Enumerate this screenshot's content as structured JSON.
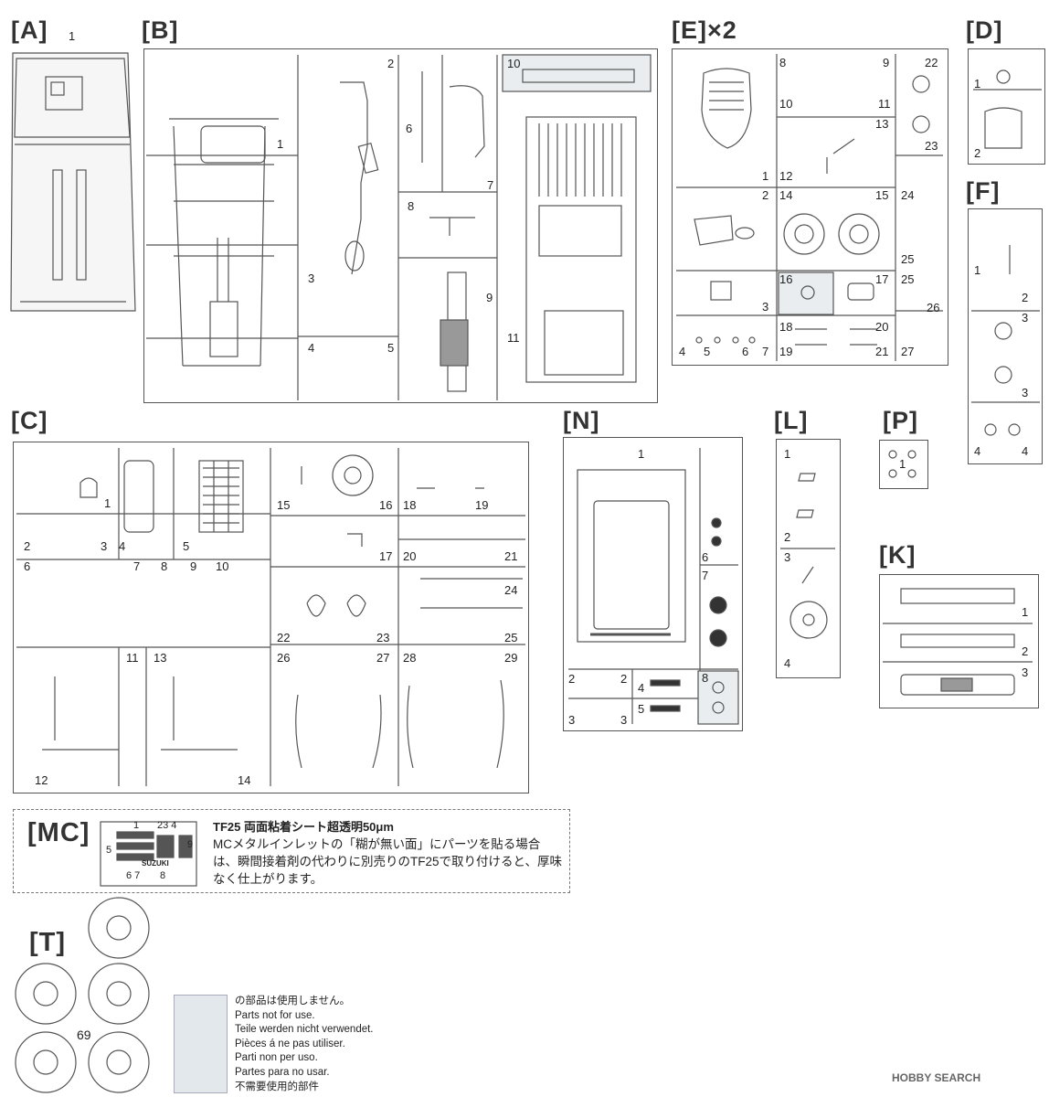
{
  "labels": {
    "A": "[A]",
    "B": "[B]",
    "C": "[C]",
    "D": "[D]",
    "E": "[E]×2",
    "F": "[F]",
    "K": "[K]",
    "L": "[L]",
    "MC": "[MC]",
    "N": "[N]",
    "P": "[P]",
    "T": "[T]"
  },
  "numbers": {
    "a1": "1",
    "b1": "1",
    "b2": "2",
    "b3": "3",
    "b4": "4",
    "b5": "5",
    "b6": "6",
    "b7": "7",
    "b8": "8",
    "b9": "9",
    "b10": "10",
    "b11": "11",
    "e1": "1",
    "e2": "2",
    "e3": "3",
    "e4": "4",
    "e5": "5",
    "e6": "6",
    "e7": "7",
    "e8": "8",
    "e9": "9",
    "e10": "10",
    "e11": "11",
    "e12": "12",
    "e13": "13",
    "e14": "14",
    "e15": "15",
    "e16": "16",
    "e17": "17",
    "e18": "18",
    "e19": "19",
    "e20": "20",
    "e21": "21",
    "e22": "22",
    "e23": "23",
    "e24": "24",
    "e25a": "25",
    "e25b": "25",
    "e26": "26",
    "e27": "27",
    "d1": "1",
    "d2": "2",
    "f1": "1",
    "f2": "2",
    "f3a": "3",
    "f3b": "3",
    "f4a": "4",
    "f4b": "4",
    "c1": "1",
    "c2": "2",
    "c3": "3",
    "c4": "4",
    "c5": "5",
    "c6": "6",
    "c7": "7",
    "c8": "8",
    "c9": "9",
    "c10": "10",
    "c11": "11",
    "c12": "12",
    "c13": "13",
    "c14": "14",
    "c15": "15",
    "c16": "16",
    "c17": "17",
    "c18": "18",
    "c19": "19",
    "c20": "20",
    "c21": "21",
    "c22": "22",
    "c23": "23",
    "c24": "24",
    "c25": "25",
    "c26": "26",
    "c27": "27",
    "c28": "28",
    "c29": "29",
    "n1": "1",
    "n2a": "2",
    "n2b": "2",
    "n3a": "3",
    "n3b": "3",
    "n4": "4",
    "n5": "5",
    "n6": "6",
    "n7": "7",
    "n8": "8",
    "l1": "1",
    "l2": "2",
    "l3": "3",
    "l4": "4",
    "p1": "1",
    "k1": "1",
    "k2": "2",
    "k3": "3",
    "mc1": "1",
    "mc234": "23 4",
    "mc5": "5",
    "mc9": "9",
    "mc67": "6 7",
    "mc8": "8",
    "t69": "69"
  },
  "mc": {
    "title": "TF25 両面粘着シート超透明50μm",
    "text": "MCメタルインレットの「糊が無い面」にパーツを貼る場合は、瞬間接着剤の代わりに別売りのTF25で取り付けると、厚味なく仕上がります。",
    "badge": "SUZUKI"
  },
  "notes": [
    "の部品は使用しません。",
    "Parts not for use.",
    "Teile werden nicht verwendet.",
    "Pièces á ne pas utiliser.",
    "Parti non per uso.",
    "Partes para no usar.",
    "不需要使用的部件"
  ],
  "logo": "HOBBY SEARCH"
}
